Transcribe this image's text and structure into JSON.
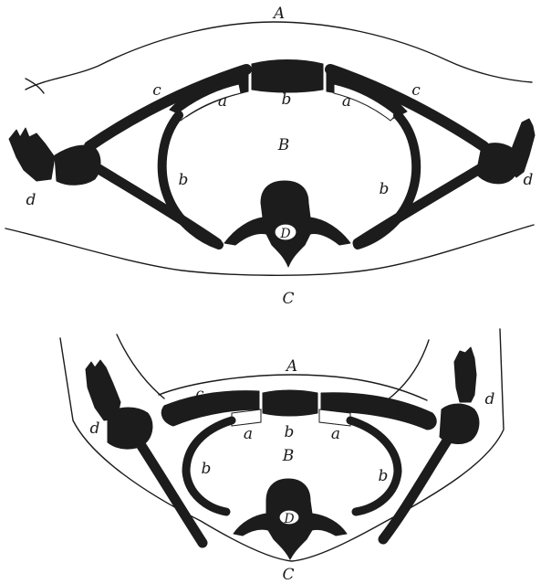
{
  "figure": {
    "top": {
      "labels": {
        "A": "A",
        "B": "B",
        "C": "C",
        "D": "D",
        "a": "a",
        "b": "b",
        "c": "c",
        "d": "d"
      }
    },
    "bottom": {
      "labels": {
        "A": "A",
        "B": "B",
        "C": "C",
        "D": "D",
        "a": "a",
        "b": "b",
        "c": "c",
        "d": "d"
      }
    }
  }
}
